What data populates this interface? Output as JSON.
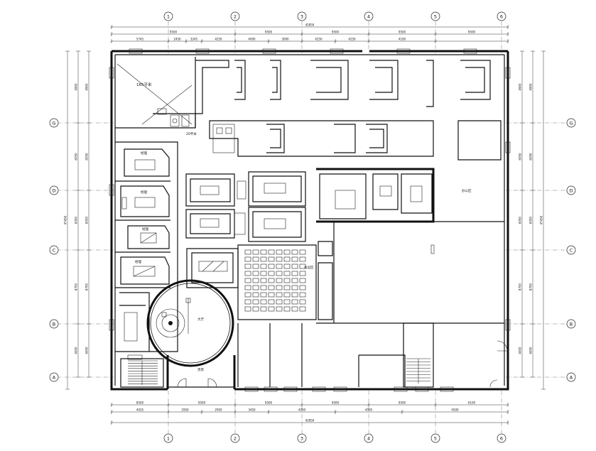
{
  "grid": {
    "columns": [
      "1",
      "2",
      "3",
      "4",
      "5",
      "6"
    ],
    "rows": [
      "G",
      "D",
      "C",
      "B",
      "A"
    ]
  },
  "rooms": {
    "garage": "165平米",
    "room_20": "20平米",
    "manager": "经理",
    "hall": "大厅",
    "vip": "贵宾",
    "meeting": "会议区",
    "office_open": "办公区"
  },
  "dims": {
    "top_overall": "42850",
    "top_outer": [
      "9500",
      "9500",
      "9500",
      "9500",
      "9500"
    ],
    "top_inner": [
      "5745",
      "2450",
      "3245",
      "4250",
      "4000",
      "3000",
      "4250",
      "4250",
      "4100"
    ],
    "bottom_outer": [
      "8500",
      "9500",
      "9500",
      "9500",
      "9500",
      "6100"
    ],
    "bottom_inner": [
      "4035",
      "2950",
      "2950",
      "3450",
      "4500",
      "4500",
      "4500"
    ],
    "bottom_overall": "42850",
    "left_overall": "47450",
    "left_parts": [
      "4900",
      "6050",
      "6050",
      "8700",
      "4000"
    ],
    "right_overall": "47450",
    "right_parts": [
      "4900",
      "6050",
      "6050",
      "8700",
      "4000"
    ]
  }
}
